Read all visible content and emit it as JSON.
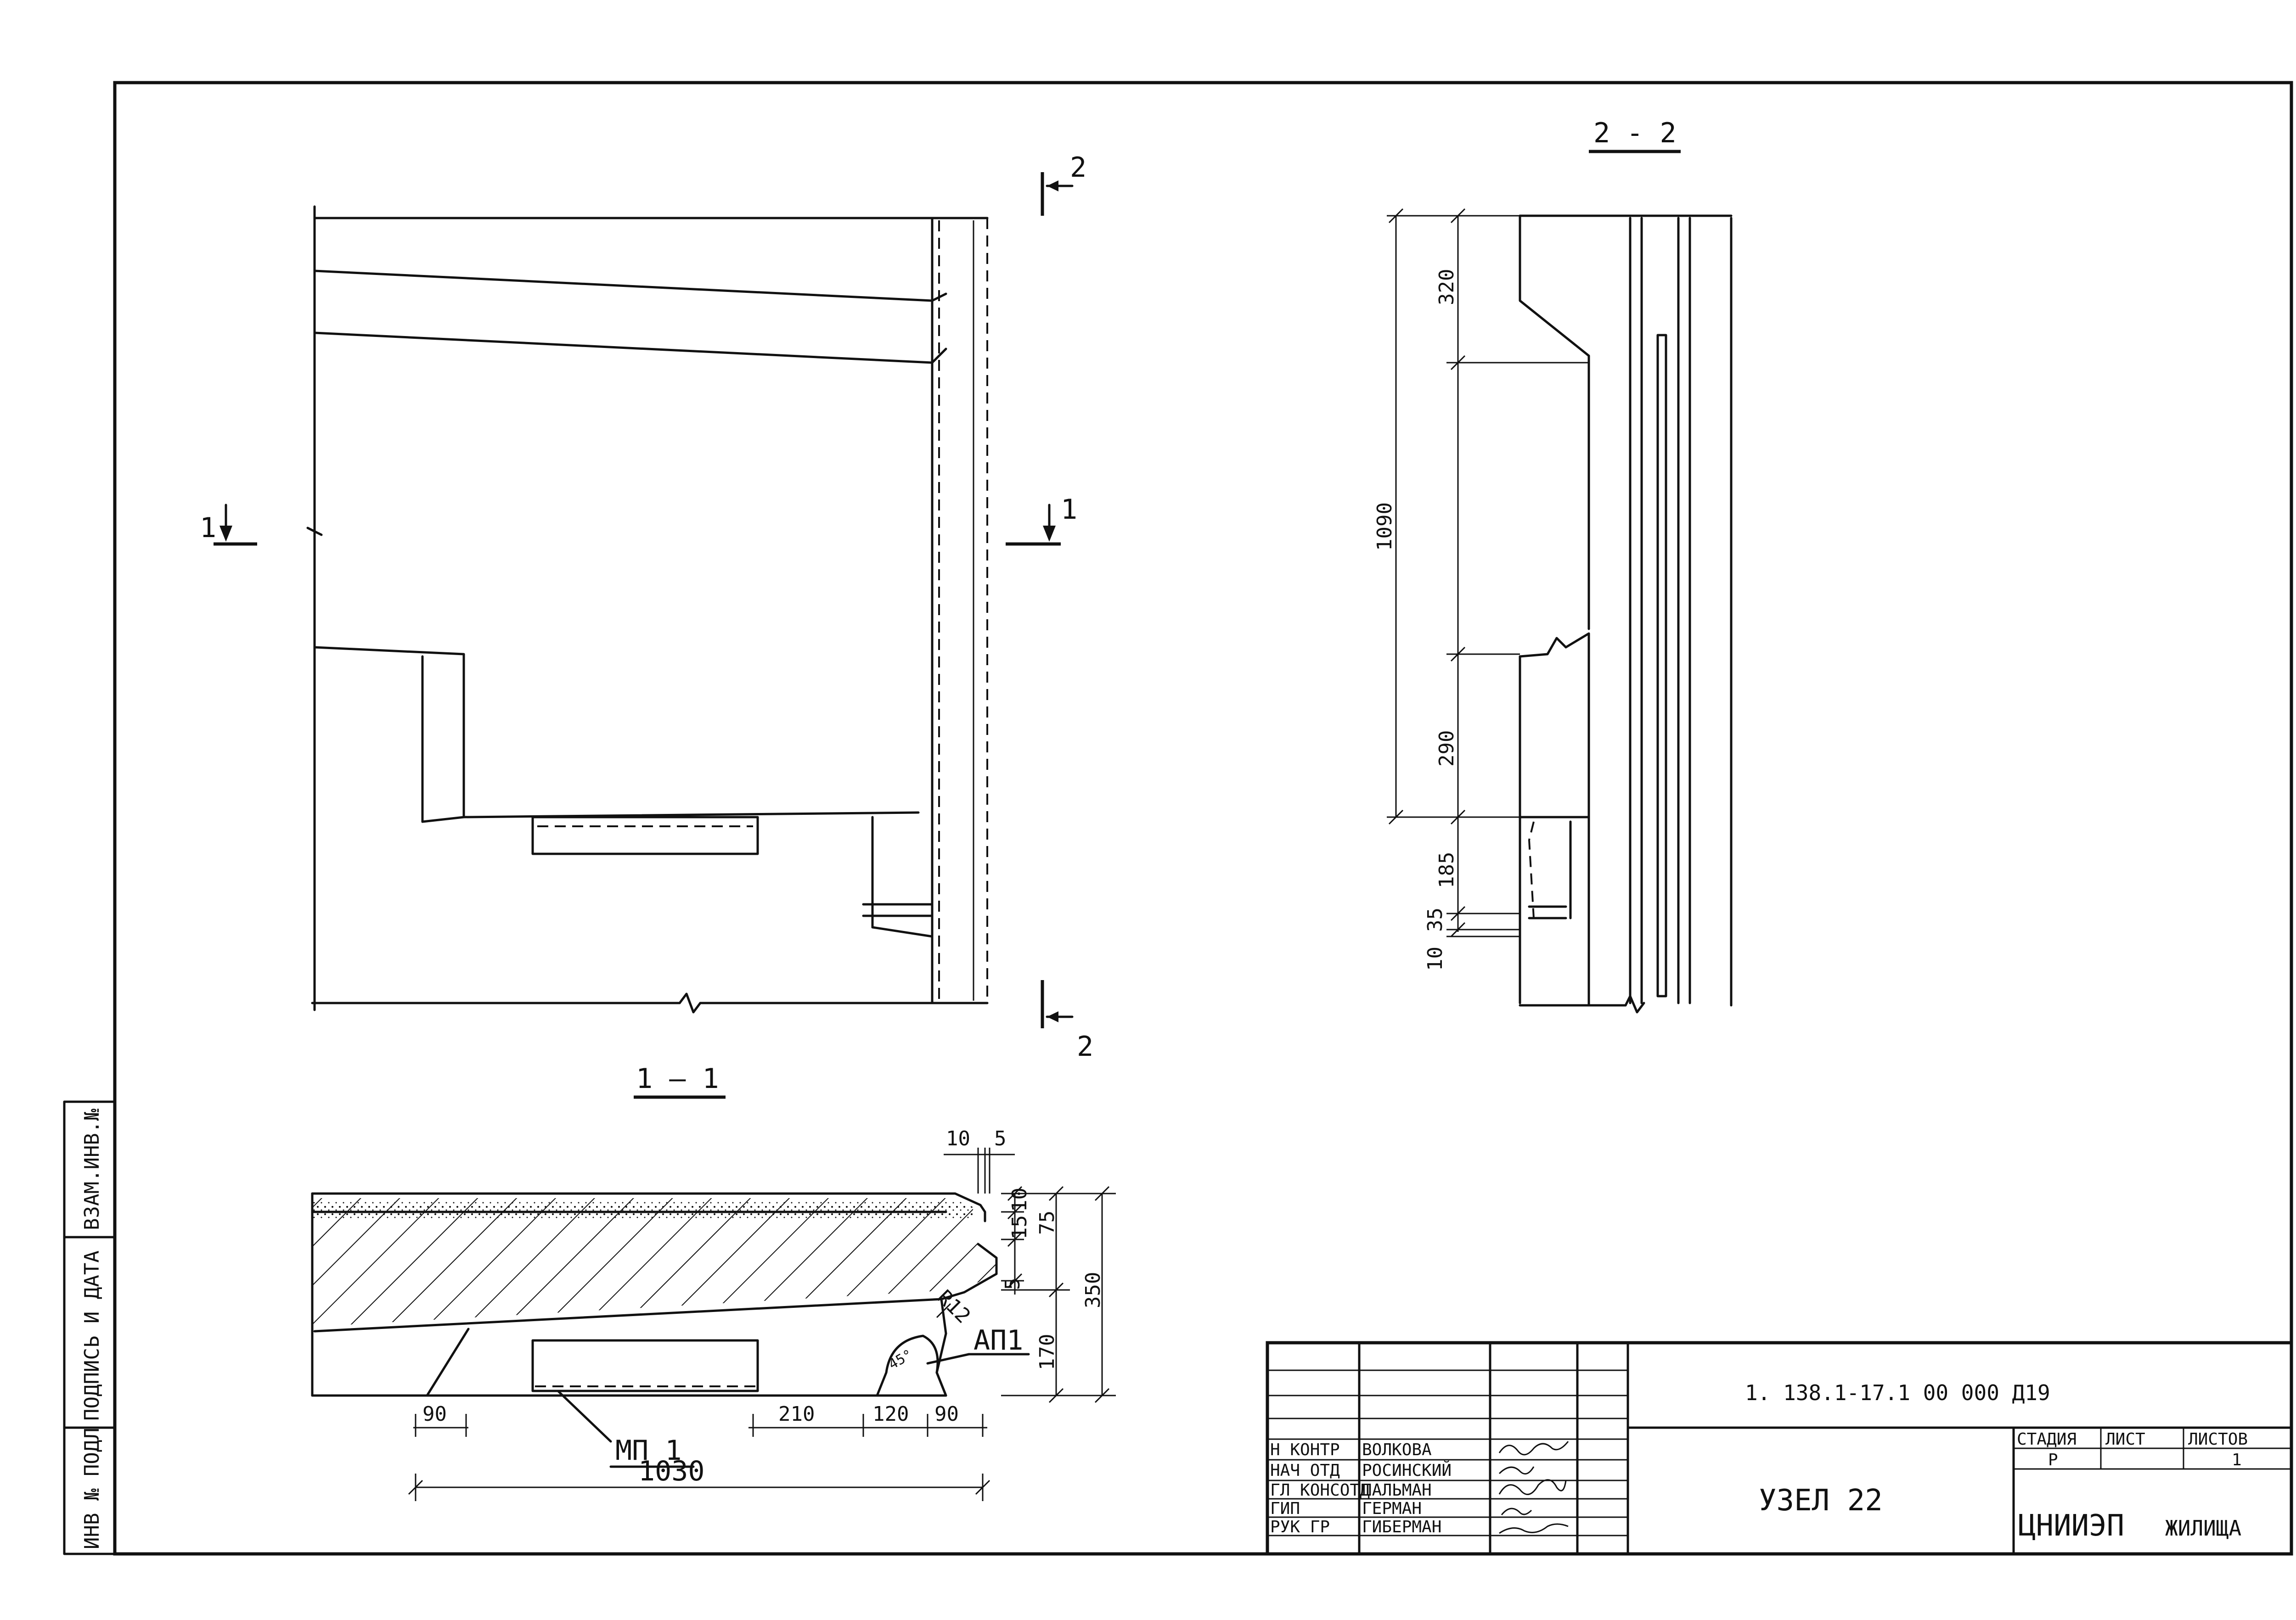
{
  "sheet": {
    "side_stamp": [
      "ИНВ № ПОДЛ",
      "ПОДПИСЬ И ДАТА",
      "ВЗАМ.ИНВ.№"
    ]
  },
  "view_plan": {
    "section_mark_1": "1",
    "section_mark_2": "2"
  },
  "view_section_2_2": {
    "title": "2 - 2",
    "dims": {
      "total": "1090",
      "top": "320",
      "middle": "290",
      "lower": "185",
      "small_a": "35",
      "small_b": "10"
    }
  },
  "view_section_1_1": {
    "title": "1 — 1",
    "dims": {
      "top_left": "10",
      "top_right": "5",
      "right_a": "10",
      "right_b": "15",
      "right_c": "75",
      "right_d": "5",
      "right_total": "350",
      "right_lower": "170",
      "radius": "R12",
      "angle": "45°",
      "bottom": [
        "90",
        "210",
        "120",
        "90"
      ],
      "overall": "1030"
    },
    "labels": {
      "mp": "МП 1",
      "ap": "АП1"
    }
  },
  "title_block": {
    "code": "1. 138.1-17.1   00 000  Д19",
    "sheet_name": "УЗЕЛ 22",
    "org": "ЦНИИЭП",
    "org_suffix": "ЖИЛИЩА",
    "stage_header": "СТАДИЯ",
    "sheet_header": "ЛИСТ",
    "sheets_header": "ЛИСТОВ",
    "stage_value": "Р",
    "sheets_value": "1",
    "roles": [
      "Н КОНТР",
      "НАЧ ОТД",
      "ГЛ КОНСОТД",
      "ГИП",
      "РУК ГР"
    ],
    "names": [
      "ВОЛКОВА",
      "РОСИНСКИЙ",
      "ПАЛЬМАН",
      "ГЕРМАН",
      "ГИБЕРМАН"
    ]
  }
}
